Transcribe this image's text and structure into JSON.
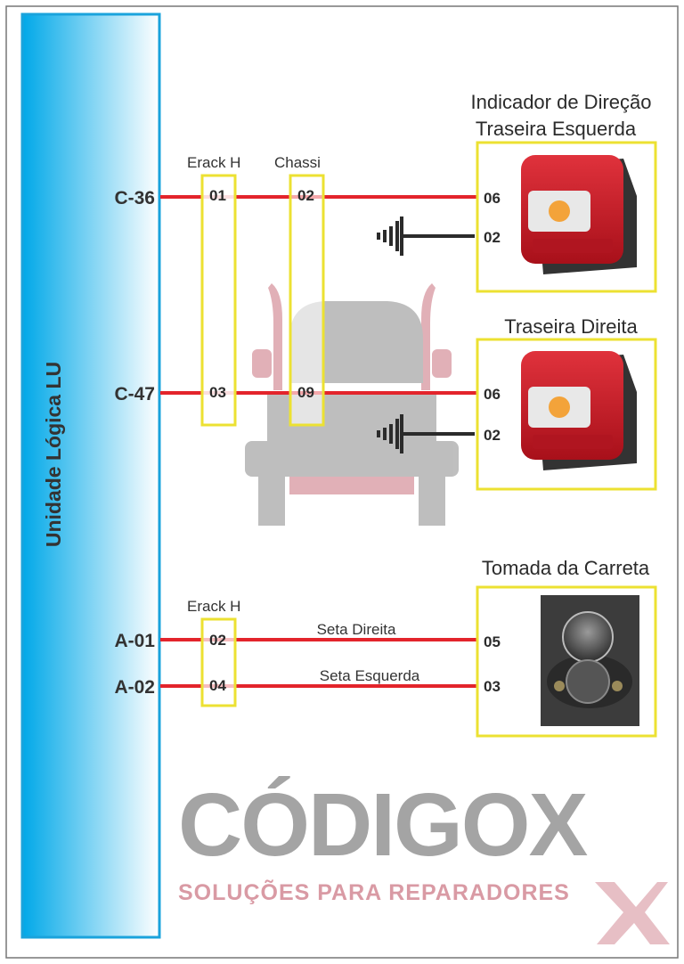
{
  "unit": {
    "label": "Unidade Lógica LU"
  },
  "connectors": {
    "c36": "C-36",
    "c47": "C-47",
    "a01": "A-01",
    "a02": "A-02"
  },
  "intermediate": {
    "erack_top_label": "Erack H",
    "chassi_label": "Chassi",
    "erack_bottom_label": "Erack H",
    "erack_top_pins": [
      "01",
      "03"
    ],
    "chassi_pins": [
      "02",
      "09"
    ],
    "erack_bottom_pins": [
      "02",
      "04"
    ]
  },
  "components": {
    "left_rear": {
      "title_line1": "Indicador de Direção",
      "title_line2": "Traseira Esquerda",
      "pins": [
        "06",
        "02"
      ]
    },
    "right_rear": {
      "title": "Traseira Direita",
      "pins": [
        "06",
        "02"
      ]
    },
    "trailer_socket": {
      "title": "Tomada da Carreta",
      "pins": [
        "05",
        "03"
      ]
    }
  },
  "wires": {
    "right_turn": "Seta Direita",
    "left_turn": "Seta Esquerda"
  },
  "watermark": {
    "brand": "CÓDIGOX",
    "tagline": "SOLUÇÕES PARA REPARADORES"
  },
  "colors": {
    "wire": "#e3242b",
    "box": "#ece132",
    "unit_bar": "#00a8e8",
    "ground": "#2b2b2b"
  }
}
